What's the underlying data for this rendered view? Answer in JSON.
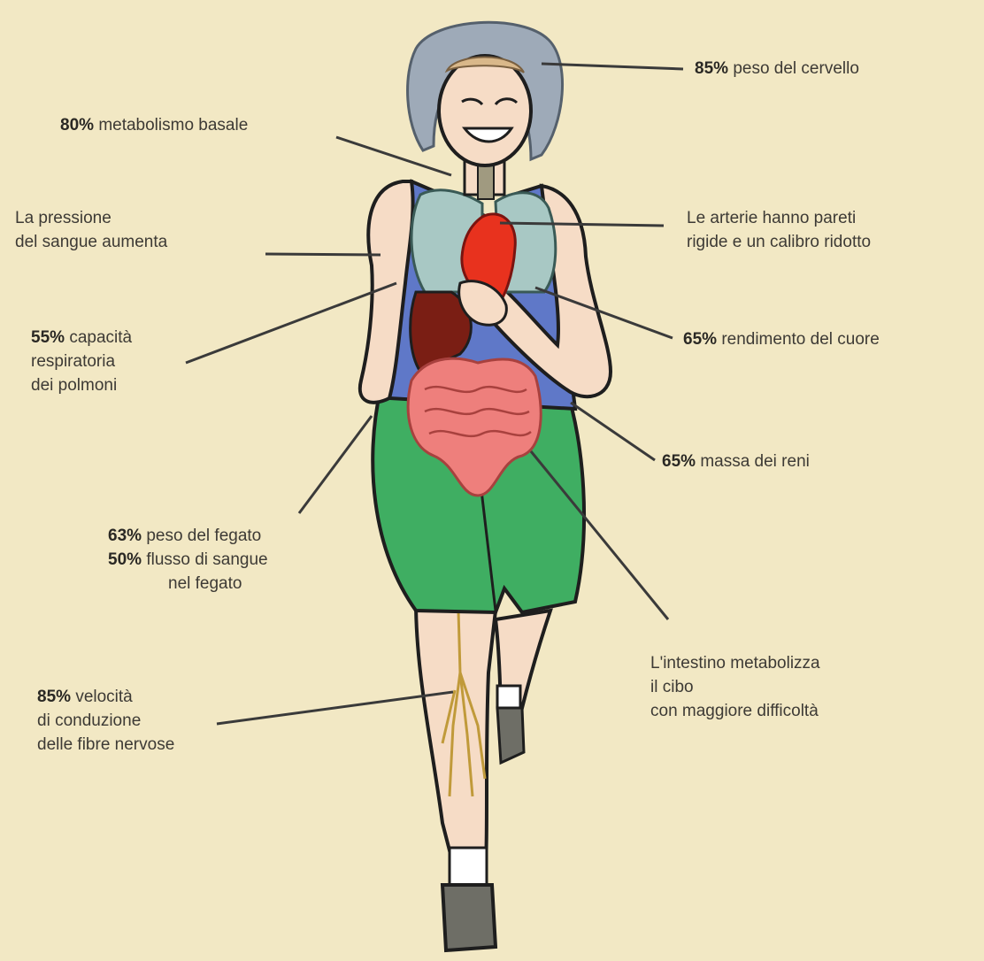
{
  "background_color": "#f2e8c4",
  "skin_color": "#f6dcc6",
  "hair_color": "#9eaab8",
  "shirt_color": "#5f78c8",
  "shorts_color": "#3fae62",
  "heart_color": "#e8321e",
  "intestine_color": "#ee7f7c",
  "lung_color": "#a8c8c4",
  "liver_color": "#7a1e14",
  "nerve_color": "#c09a3a",
  "labels": {
    "brain": {
      "pct": "85%",
      "text": "peso del cervello"
    },
    "metabolism": {
      "pct": "80%",
      "text": "metabolismo basale"
    },
    "pressure": {
      "line1": "La pressione",
      "line2": "del sangue aumenta"
    },
    "arteries": {
      "line1": "Le arterie hanno pareti",
      "line2": "rigide e un calibro ridotto"
    },
    "lungs": {
      "pct": "55%",
      "line1": "capacità",
      "line2": "respiratoria",
      "line3": "dei polmoni"
    },
    "heart": {
      "pct": "65%",
      "text": "rendimento del cuore"
    },
    "kidneys": {
      "pct": "65%",
      "text": "massa dei reni"
    },
    "liver": {
      "pct1": "63%",
      "text1": "peso del fegato",
      "pct2": "50%",
      "text2": "flusso di sangue",
      "text3": "nel fegato"
    },
    "intestine": {
      "line1": "L'intestino metabolizza",
      "line2": "il cibo",
      "line3": "con maggiore difficoltà"
    },
    "nerves": {
      "pct": "85%",
      "line1": "velocità",
      "line2": "di conduzione",
      "line3": "delle fibre nervose"
    }
  }
}
